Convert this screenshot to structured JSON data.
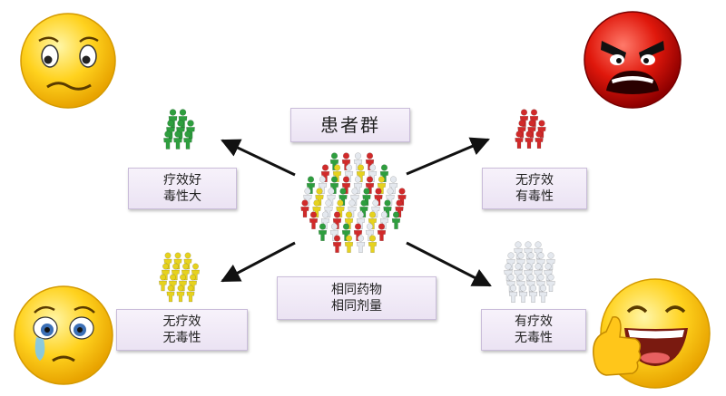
{
  "title": "患者群",
  "center_label": [
    "相同药物",
    "相同剂量"
  ],
  "outcomes": {
    "top_left": [
      "疗效好",
      "毒性大"
    ],
    "top_right": [
      "无疗效",
      "有毒性"
    ],
    "bottom_left": [
      "无疗效",
      "无毒性"
    ],
    "bottom_right": [
      "有疗效",
      "无毒性"
    ]
  },
  "colors": {
    "green": "#2e9e3e",
    "red": "#d12a2a",
    "yellow": "#e6d21e",
    "white": "#e4e8ee",
    "label_bg": "#efe8f6",
    "label_border": "#c9bcd9"
  },
  "icons": [
    "worried-face-icon",
    "angry-face-icon",
    "crying-face-icon",
    "laughing-thumbs-up-face-icon",
    "people-group-icon"
  ]
}
